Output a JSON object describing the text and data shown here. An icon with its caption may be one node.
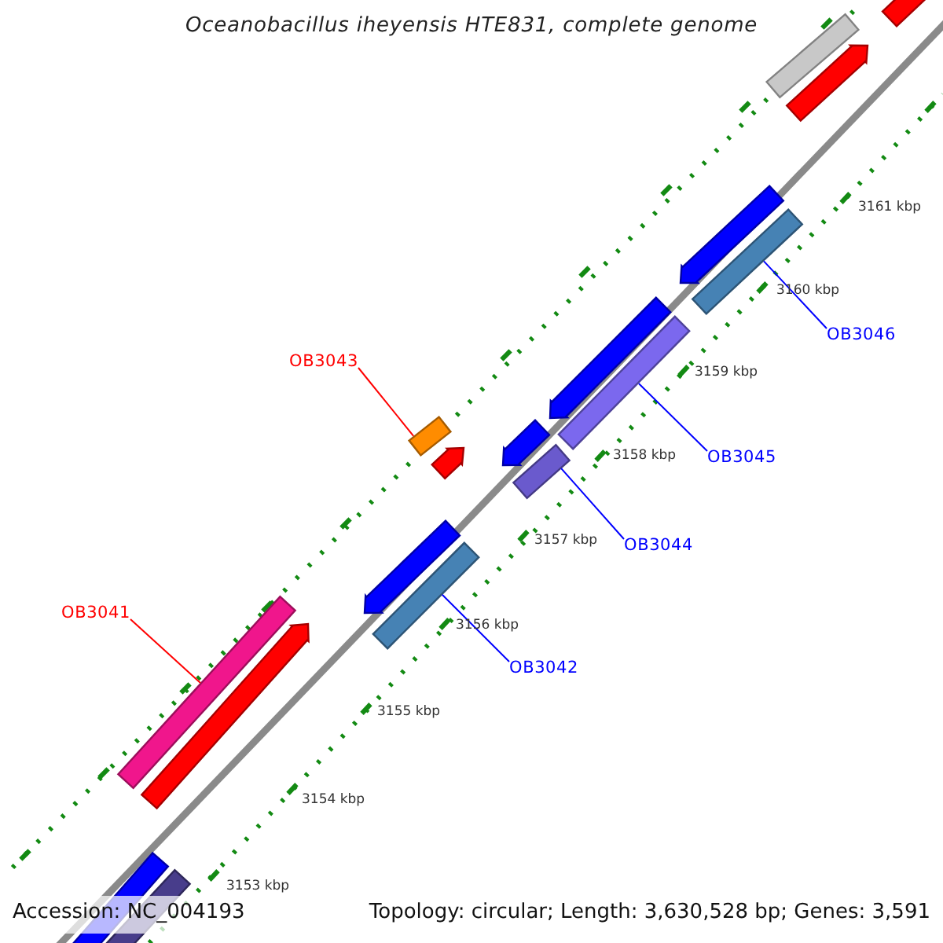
{
  "diagram": {
    "title": "Oceanobacillus iheyensis HTE831, complete genome",
    "nodes": [
      {
        "text": [
          "OB3043"
        ]
      },
      {
        "text": [],
        "shape": "bar"
      },
      {
        "text": [
          "OB3046"
        ]
      },
      {
        "text": [],
        "shape": "bar"
      },
      {
        "text": [
          "OB3045"
        ]
      },
      {
        "text": [],
        "shape": "bar"
      },
      {
        "text": [
          "OB3044"
        ]
      },
      {
        "text": [],
        "shape": "bar"
      },
      {
        "text": [
          "OB3041"
        ]
      },
      {
        "text": [],
        "shape": "bar"
      },
      {
        "text": [
          "OB3042"
        ]
      },
      {
        "text": [],
        "shape": "bar"
      }
    ],
    "edges": [
      {
        "from": 0,
        "to": 1,
        "arrow": "none",
        "color": "#ff0000"
      },
      {
        "from": 2,
        "to": 3,
        "arrow": "none",
        "color": "#0000ff"
      },
      {
        "from": 4,
        "to": 5,
        "arrow": "none",
        "color": "#0000ff"
      },
      {
        "from": 6,
        "to": 7,
        "arrow": "none",
        "color": "#0000ff"
      },
      {
        "from": 8,
        "to": 9,
        "arrow": "none",
        "color": "#ff0000"
      },
      {
        "from": 10,
        "to": 11,
        "arrow": "none",
        "color": "#0000ff"
      }
    ],
    "labels": [
      "3161 kbp",
      "3160 kbp",
      "3159 kbp",
      "3158 kbp",
      "3157 kbp",
      "3156 kbp",
      "3155 kbp",
      "3154 kbp",
      "3153 kbp",
      "Accession: NC_004193",
      "Topology: circular; Length: 3,630,528 bp; Genes: 3,591"
    ]
  }
}
